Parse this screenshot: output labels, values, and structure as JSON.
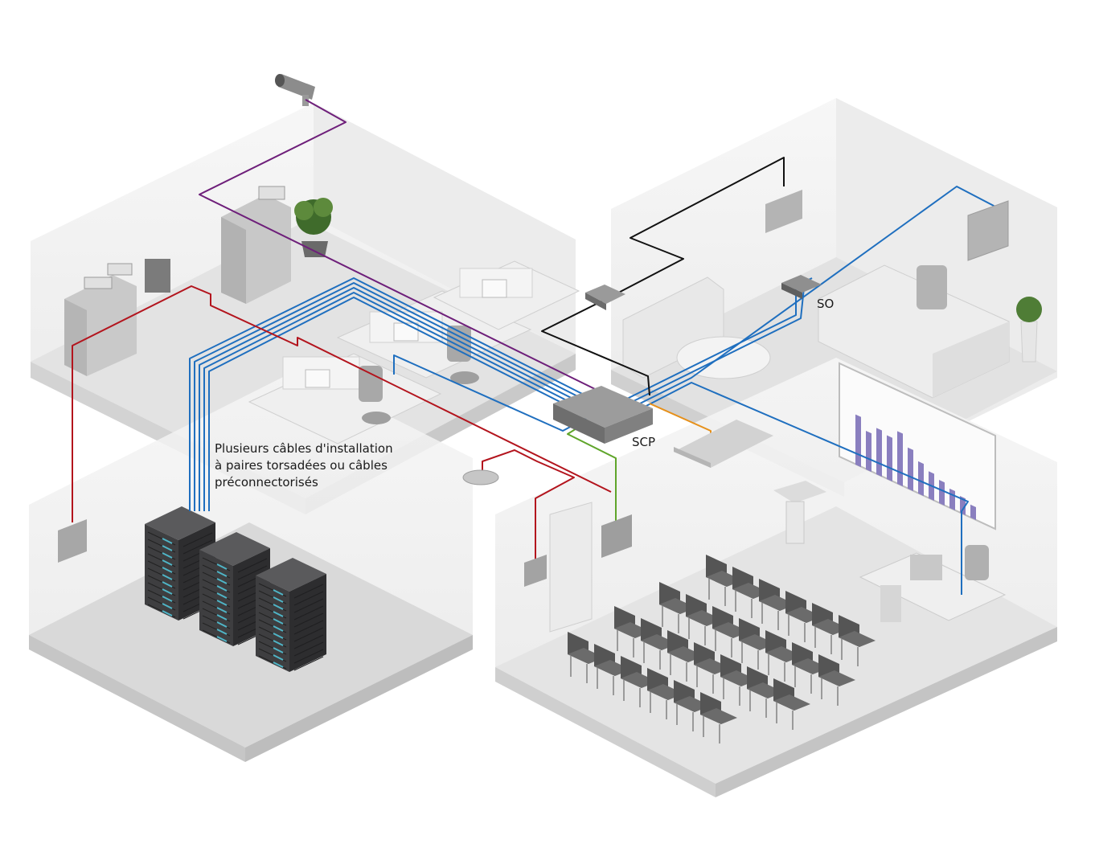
{
  "labels": {
    "cables": [
      "Plusieurs câbles d'installation",
      "à paires torsadées ou câbles",
      "préconnectorisés"
    ],
    "scp": "SCP",
    "so": "SO"
  },
  "colors": {
    "floor": "#e9e9e9",
    "floor_edge": "#d6d6d6",
    "wall_back": "#f1f1f1",
    "wall_side": "#e4e4e4",
    "cable_blue": "#1f6fbf",
    "cable_red": "#b3141d",
    "cable_purple": "#6e1f7a",
    "cable_black": "#111111",
    "cable_green": "#5fa52a",
    "cable_orange": "#e6901a",
    "device": "#b9b9b9",
    "server": "#3e3e40",
    "server_led": "#4fb5c7",
    "chart_bar": "#8a7fbf"
  },
  "chart_icon_bars": [
    0.78,
    0.6,
    0.72,
    0.68,
    0.82,
    0.64,
    0.5,
    0.42,
    0.36,
    0.3,
    0.26,
    0.2
  ]
}
